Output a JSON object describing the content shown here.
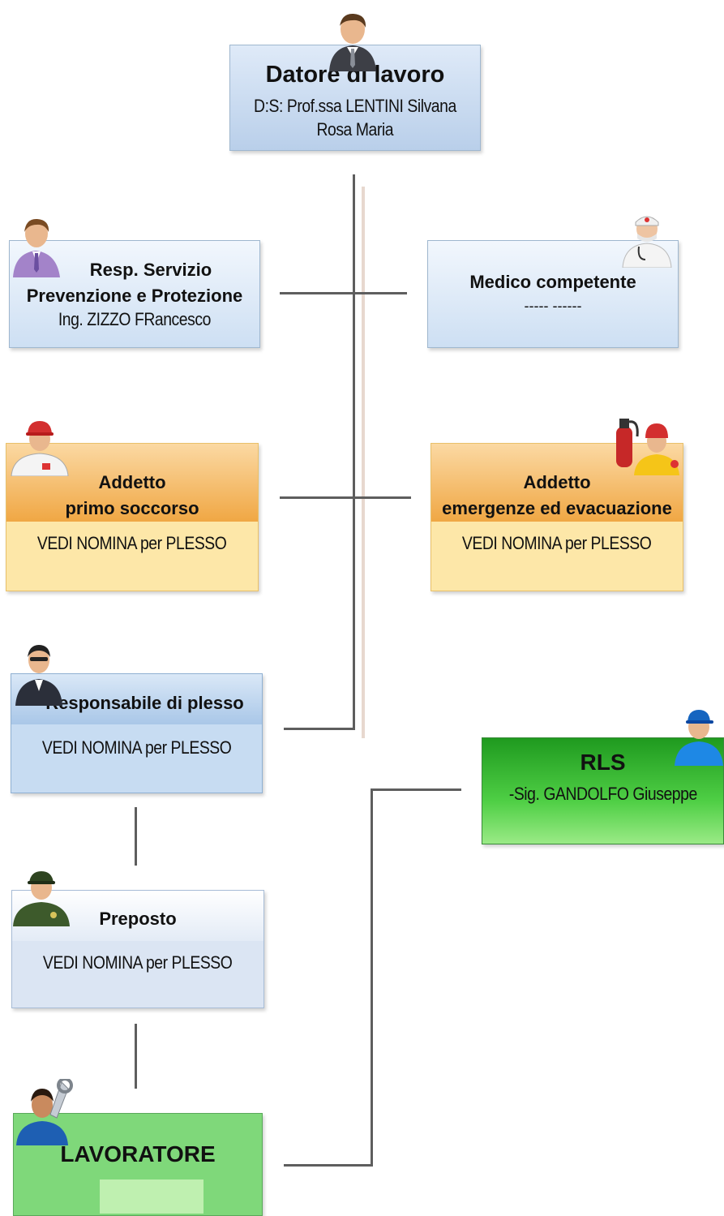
{
  "datore": {
    "title": "Datore di lavoro",
    "line1": "D:S: Prof.ssa LENTINI Silvana",
    "line2": "Rosa Maria"
  },
  "rspp": {
    "line1": "Resp. Servizio",
    "line2": "Prevenzione e Protezione",
    "line3": "Ing. ZIZZO FRancesco"
  },
  "medico": {
    "title": "Medico competente",
    "name": "----- ------"
  },
  "primo_soccorso": {
    "line1": "Addetto",
    "line2": "primo soccorso",
    "body": "VEDI NOMINA per PLESSO"
  },
  "emergenze": {
    "line1": "Addetto",
    "line2": "emergenze ed evacuazione",
    "body": "VEDI NOMINA per PLESSO"
  },
  "resp_plesso": {
    "title": "Responsabile di plesso",
    "body": "VEDI NOMINA per PLESSO"
  },
  "rls": {
    "title": "RLS",
    "name": "-Sig. GANDOLFO Giuseppe"
  },
  "preposto": {
    "title": "Preposto",
    "body": "VEDI NOMINA per PLESSO"
  },
  "lavoratore": {
    "title": "LAVORATORE"
  },
  "colors": {
    "blue_box": "#cfe0f3",
    "orange_box": "#f4b763",
    "yellow_box": "#fde7a8",
    "green_box": "#4fd04b",
    "light_green": "#bff0b0",
    "line": "#5e5e5e"
  }
}
